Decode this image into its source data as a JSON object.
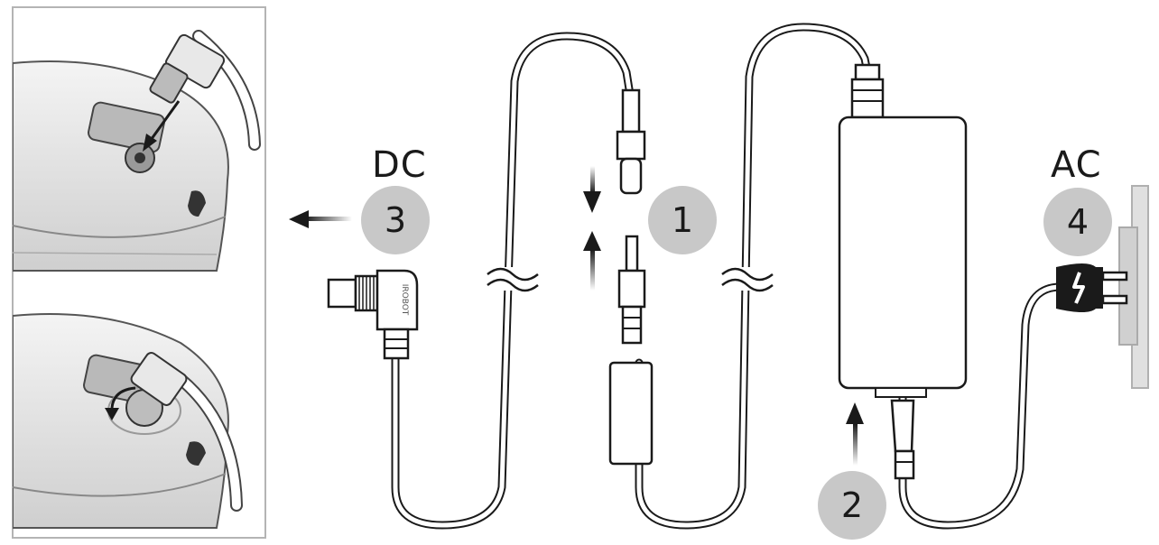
{
  "labels": {
    "dc": "DC",
    "ac": "AC"
  },
  "steps": [
    {
      "number": "1"
    },
    {
      "number": "2"
    },
    {
      "number": "3"
    },
    {
      "number": "4"
    }
  ],
  "connector_text": "IROBOT",
  "colors": {
    "circle": "#c8c8c8",
    "line": "#1a1a1a",
    "panel_border": "#b4b4b4",
    "body_gray": "#dedede"
  },
  "icons": [
    "down-arrow-icon",
    "up-arrow-icon",
    "left-arrow-icon",
    "rotate-arrow-icon",
    "power-plug-icon",
    "cable-break-icon"
  ]
}
